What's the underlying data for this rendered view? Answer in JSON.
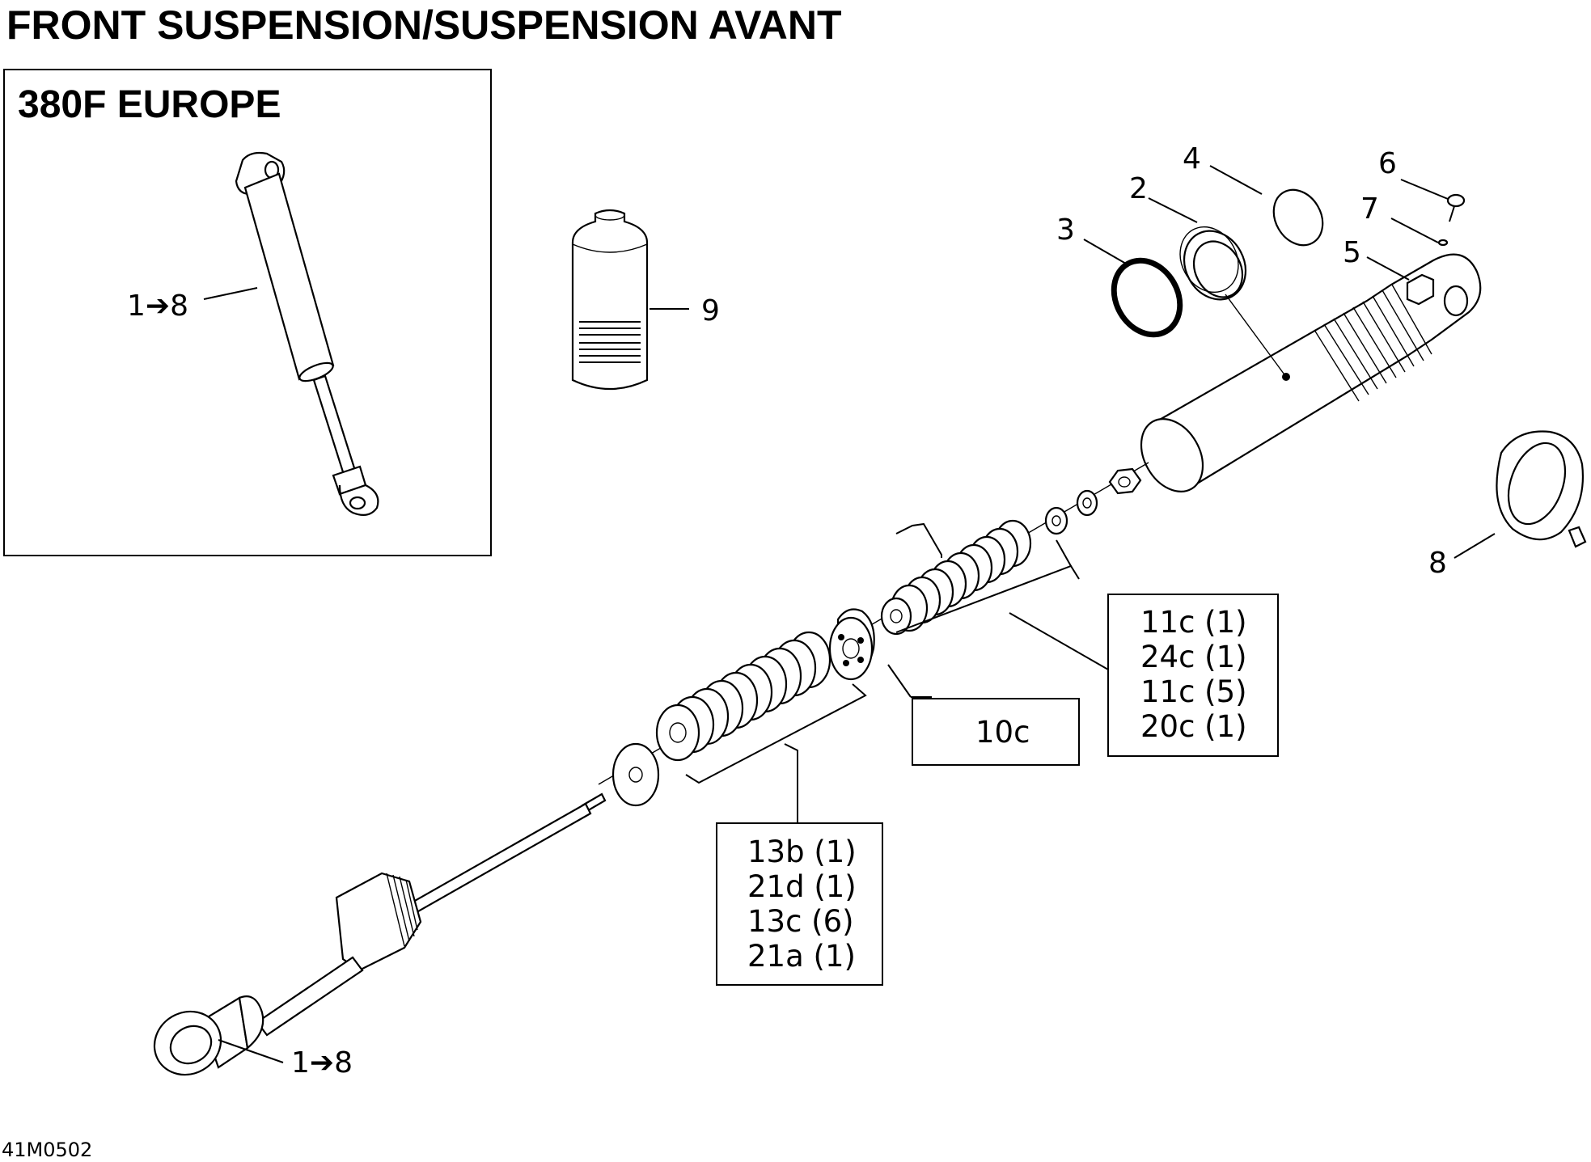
{
  "title": "FRONT SUSPENSION/SUSPENSION AVANT",
  "inset": {
    "title": "380F EUROPE",
    "callout": "1➔8"
  },
  "callouts": {
    "c1to8": "1➔8",
    "c2": "2",
    "c3": "3",
    "c4": "4",
    "c5": "5",
    "c6": "6",
    "c7": "7",
    "c8": "8",
    "c9": "9"
  },
  "boxes": {
    "box_10c": [
      "10c"
    ],
    "box_11c": [
      "11c (1)",
      "24c (1)",
      "11c (5)",
      "20c (1)"
    ],
    "box_13b": [
      "13b (1)",
      "21d (1)",
      "13c (6)",
      "21a (1)"
    ]
  },
  "reference": "41M0502",
  "colors": {
    "line": "#000000",
    "background": "#ffffff"
  }
}
